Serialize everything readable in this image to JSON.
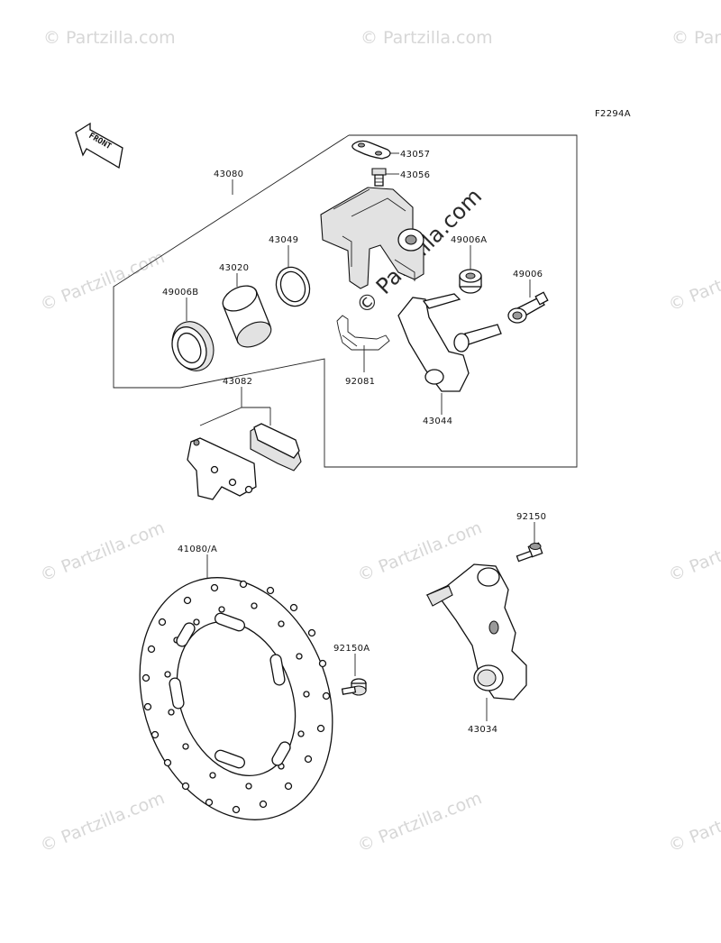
{
  "figure_code": "F2294A",
  "front_arrow_label": "FRONT",
  "watermark_text": "© Partzilla.com",
  "center_watermark_text": "© Partzilla.com",
  "parts": {
    "p43057": "43057",
    "p43056": "43056",
    "p43080": "43080",
    "p43049": "43049",
    "p43020": "43020",
    "p49006B": "49006B",
    "p49006A": "49006A",
    "p49006": "49006",
    "p92081": "92081",
    "p43044": "43044",
    "p43082": "43082",
    "p92150": "92150",
    "p41080A": "41080/A",
    "p92150A": "92150A",
    "p43034": "43034"
  }
}
